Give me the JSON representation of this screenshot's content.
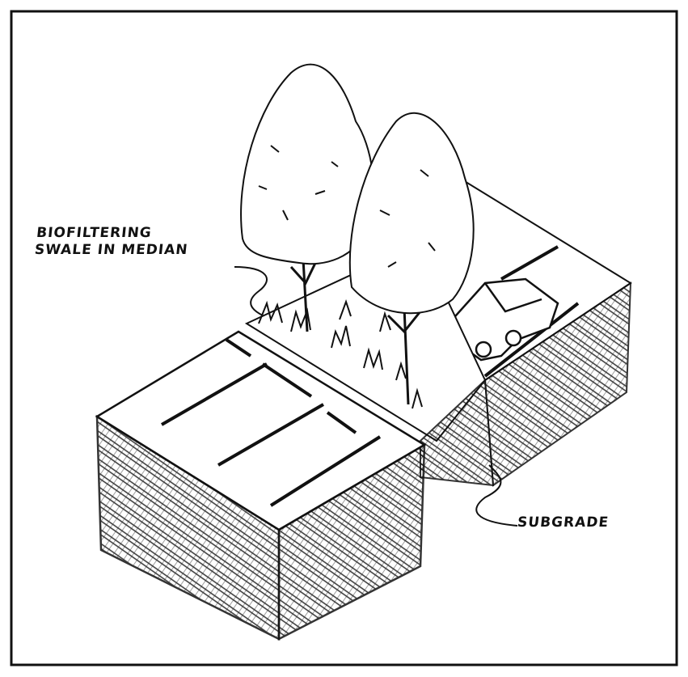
{
  "labels": {
    "swale_line1": "BIOFILTERING",
    "swale_line2": "SWALE IN MEDIAN",
    "subgrade": "SUBGRADE"
  },
  "colors": {
    "ink": "#111111",
    "paper": "#ffffff"
  }
}
